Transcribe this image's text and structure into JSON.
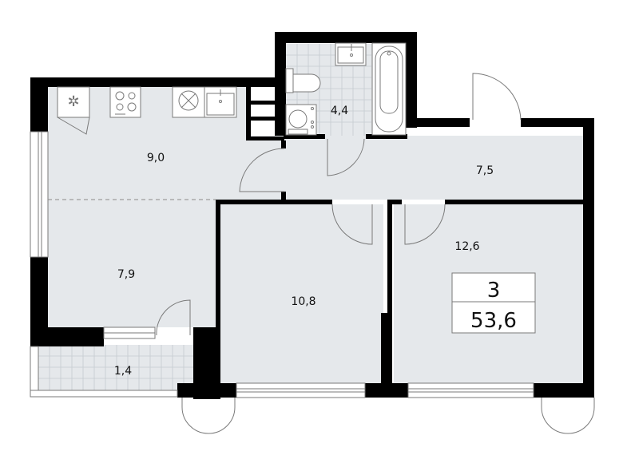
{
  "plan": {
    "rooms": [
      {
        "id": "kitchen",
        "area": "9,0"
      },
      {
        "id": "bathroom",
        "area": "4,4"
      },
      {
        "id": "hallway",
        "area": "7,5"
      },
      {
        "id": "living",
        "area": "7,9"
      },
      {
        "id": "bedroom-1",
        "area": "10,8"
      },
      {
        "id": "bedroom-2",
        "area": "12,6"
      },
      {
        "id": "balcony",
        "area": "1,4"
      }
    ],
    "summary": {
      "room_count": "3",
      "total_area": "53,6"
    },
    "colors": {
      "wall": "#000000",
      "floor": "#e5e8eb",
      "outline": "#7a7a7a",
      "tile_grid": "#c5cbd1"
    },
    "icons": [
      "fridge-icon",
      "cooktop-icon",
      "oven-icon",
      "sink-icon",
      "toilet-icon",
      "washing-machine-icon",
      "bathtub-icon",
      "washbasin-icon"
    ]
  }
}
